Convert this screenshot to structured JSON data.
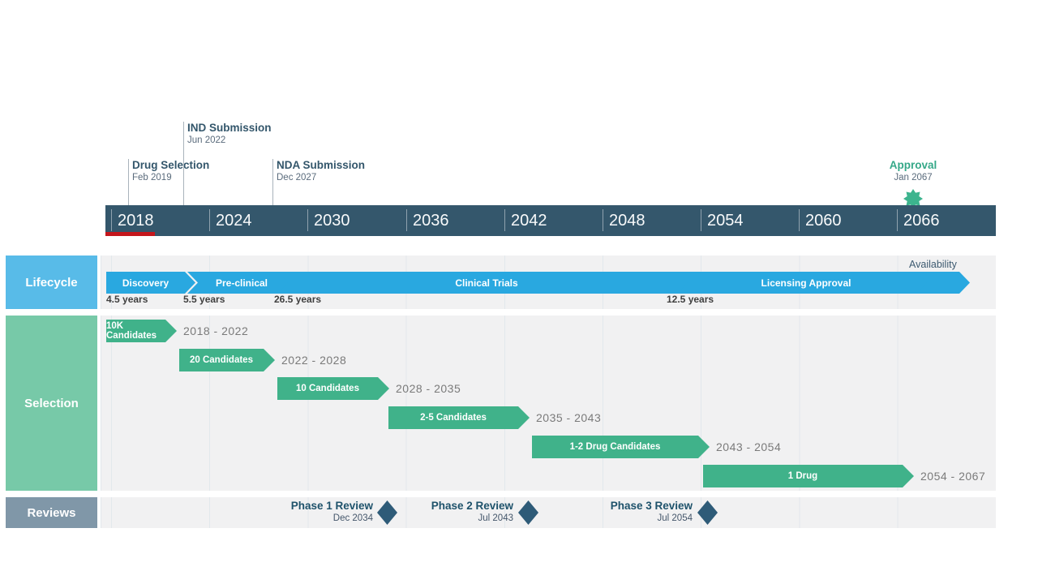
{
  "axis": {
    "years": [
      "2018",
      "2024",
      "2030",
      "2036",
      "2042",
      "2048",
      "2054",
      "2060",
      "2066"
    ],
    "bar_color": "#34576C",
    "accent_color": "#C4161C"
  },
  "milestones": {
    "drug_selection": {
      "title": "Drug Selection",
      "date": "Feb 2019"
    },
    "ind_submission": {
      "title": "IND Submission",
      "date": "Jun 2022"
    },
    "nda_submission": {
      "title": "NDA Submission",
      "date": "Dec 2027"
    },
    "approval": {
      "title": "Approval",
      "date": "Jan 2067",
      "color": "#35A888"
    }
  },
  "lanes": {
    "lifecycle": {
      "label": "Lifecycle",
      "box_color": "#58BBE8",
      "arrow_color": "#29A8E0",
      "phases": [
        {
          "name": "Discovery",
          "duration": "4.5 years"
        },
        {
          "name": "Pre-clinical",
          "duration": "5.5 years"
        },
        {
          "name": "Clinical Trials",
          "duration": "26.5 years"
        },
        {
          "name": "Licensing Approval",
          "duration": "12.5 years"
        }
      ],
      "availability_caption": "Availability"
    },
    "selection": {
      "label": "Selection",
      "box_color": "#77C9A8",
      "bar_color": "#40B28A",
      "bars": [
        {
          "name": "10K Candidates",
          "range": "2018 - 2022"
        },
        {
          "name": "20 Candidates",
          "range": "2022 - 2028"
        },
        {
          "name": "10 Candidates",
          "range": "2028 - 2035"
        },
        {
          "name": "2-5 Candidates",
          "range": "2035 - 2043"
        },
        {
          "name": "1-2 Drug Candidates",
          "range": "2043 - 2054"
        },
        {
          "name": "1 Drug",
          "range": "2054 - 2067"
        }
      ]
    },
    "reviews": {
      "label": "Reviews",
      "box_color": "#8097A8",
      "diamond_color": "#2E5B78",
      "items": [
        {
          "title": "Phase 1 Review",
          "date": "Dec 2034"
        },
        {
          "title": "Phase 2 Review",
          "date": "Jul 2043"
        },
        {
          "title": "Phase 3 Review",
          "date": "Jul 2054"
        }
      ]
    }
  },
  "chart_data": {
    "type": "bar",
    "subtype": "gantt-timeline",
    "title": "",
    "x_axis": {
      "unit": "year",
      "ticks": [
        2018,
        2024,
        2030,
        2036,
        2042,
        2048,
        2054,
        2060,
        2066
      ],
      "range": [
        2018,
        2072
      ],
      "grid": true
    },
    "series": [
      {
        "name": "Lifecycle",
        "shape": "process-arrows",
        "items": [
          {
            "label": "Discovery",
            "start": 2018.0,
            "end": 2022.5,
            "duration_years": 4.5
          },
          {
            "label": "Pre-clinical",
            "start": 2022.5,
            "end": 2028.0,
            "duration_years": 5.5
          },
          {
            "label": "Clinical Trials",
            "start": 2028.0,
            "end": 2054.5,
            "duration_years": 26.5
          },
          {
            "label": "Licensing Approval",
            "start": 2054.5,
            "end": 2067.0,
            "duration_years": 12.5
          },
          {
            "label": "Availability",
            "start": 2067.0,
            "end": 2069.0,
            "duration_years": null
          }
        ]
      },
      {
        "name": "Selection",
        "shape": "pentagon-bars",
        "items": [
          {
            "label": "10K Candidates",
            "start": 2018,
            "end": 2022
          },
          {
            "label": "20 Candidates",
            "start": 2022,
            "end": 2028
          },
          {
            "label": "10 Candidates",
            "start": 2028,
            "end": 2035
          },
          {
            "label": "2-5 Candidates",
            "start": 2035,
            "end": 2043
          },
          {
            "label": "1-2 Drug Candidates",
            "start": 2043,
            "end": 2054
          },
          {
            "label": "1 Drug",
            "start": 2054,
            "end": 2067
          }
        ]
      },
      {
        "name": "Reviews",
        "shape": "diamond-milestones",
        "items": [
          {
            "label": "Phase 1 Review",
            "date": "Dec 2034",
            "year": 2034.9
          },
          {
            "label": "Phase 2 Review",
            "date": "Jul 2043",
            "year": 2043.5
          },
          {
            "label": "Phase 3 Review",
            "date": "Jul 2054",
            "year": 2054.5
          }
        ]
      }
    ],
    "axis_milestones": [
      {
        "label": "Drug Selection",
        "date": "Feb 2019",
        "year": 2019.1
      },
      {
        "label": "IND Submission",
        "date": "Jun 2022",
        "year": 2022.4
      },
      {
        "label": "NDA Submission",
        "date": "Dec 2027",
        "year": 2027.9
      },
      {
        "label": "Approval",
        "date": "Jan 2067",
        "year": 2067.0,
        "marker": "star-badge"
      }
    ]
  }
}
